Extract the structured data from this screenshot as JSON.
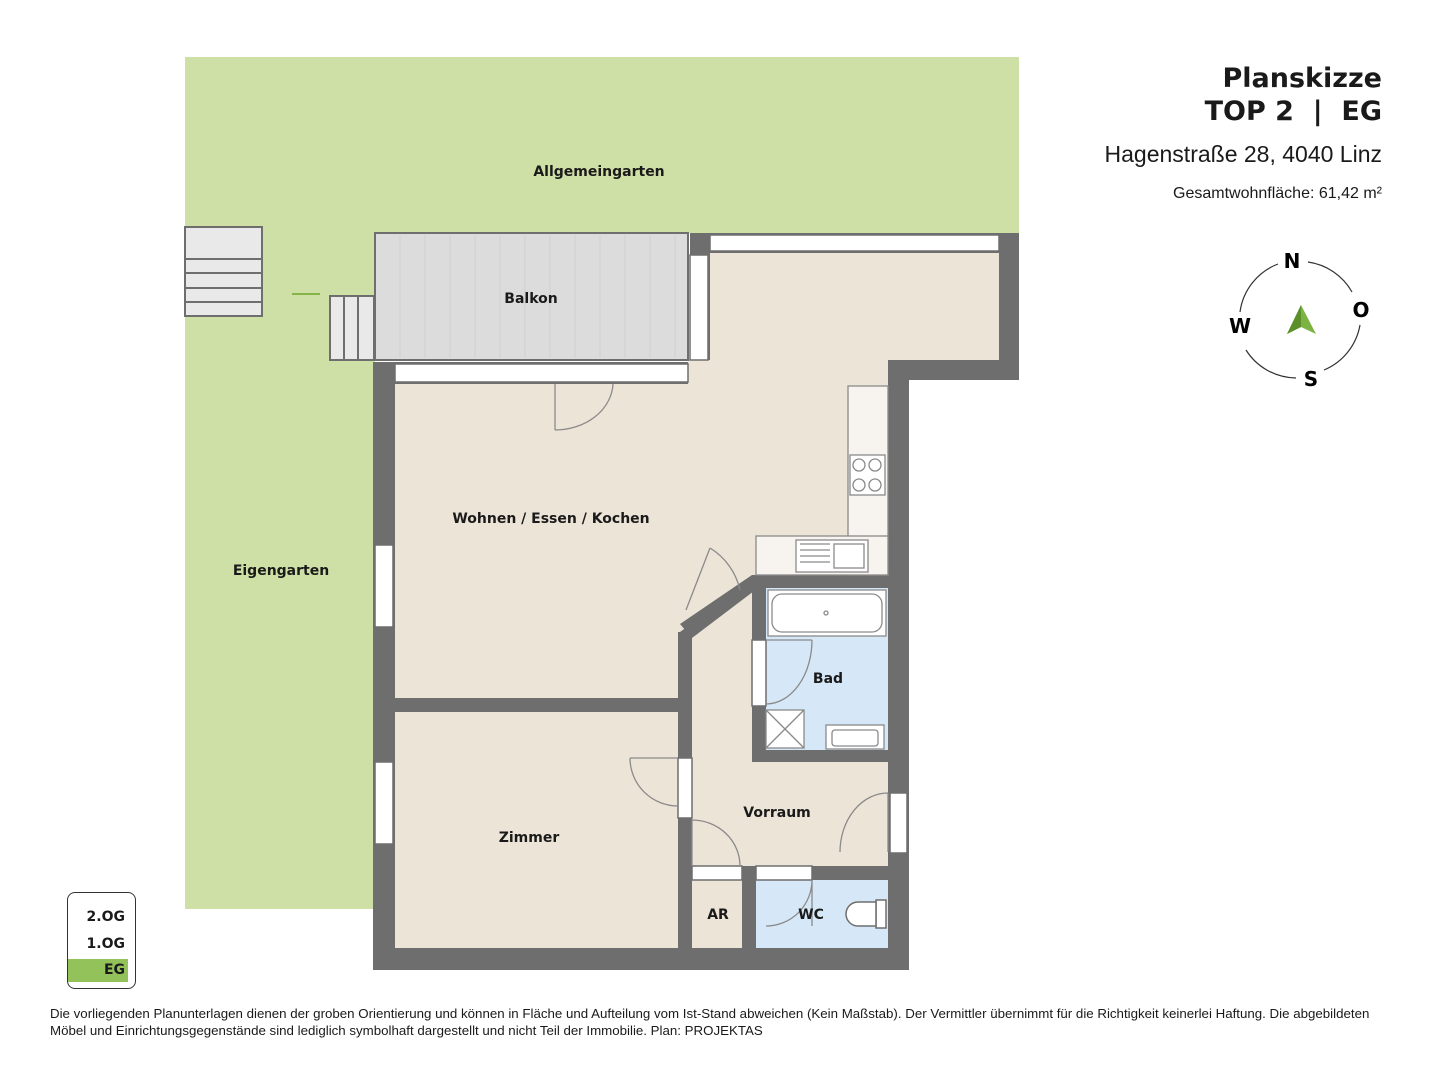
{
  "header": {
    "title": "Planskizze",
    "unit": "TOP 2  |  EG",
    "address": "Hagenstraße 28, 4040 Linz",
    "area": "Gesamtwohnfläche: 61,42 m²"
  },
  "compass": {
    "north": "N",
    "east": "O",
    "south": "S",
    "west": "W",
    "arrow_color": "#7cb342"
  },
  "rooms": {
    "allgemeingarten": "Allgemeingarten",
    "eigengarten": "Eigengarten",
    "balkon": "Balkon",
    "wohnen": "Wohnen / Essen / Kochen",
    "zimmer": "Zimmer",
    "bad": "Bad",
    "vorraum": "Vorraum",
    "ar": "AR",
    "wc": "WC"
  },
  "floors": {
    "items": [
      "2.OG",
      "1.OG",
      "EG"
    ],
    "selected": "EG",
    "highlight_color": "#93c25a"
  },
  "colors": {
    "garden": "#cfe0a6",
    "floor": "#ede4d8",
    "wet_room": "#d6e8f7",
    "wall": "#6e6e6e",
    "balcony": "#dcdcdc"
  },
  "disclaimer": "Die vorliegenden Planunterlagen dienen der groben Orientierung und können in Fläche und Aufteilung vom Ist-Stand abweichen (Kein Maßstab). Der Vermittler übernimmt für die Richtigkeit keinerlei Haftung. Die abgebildeten Möbel und Einrichtungsgegenstände sind lediglich symbolhaft dargestellt und nicht Teil der Immobilie. Plan: PROJEKTAS"
}
